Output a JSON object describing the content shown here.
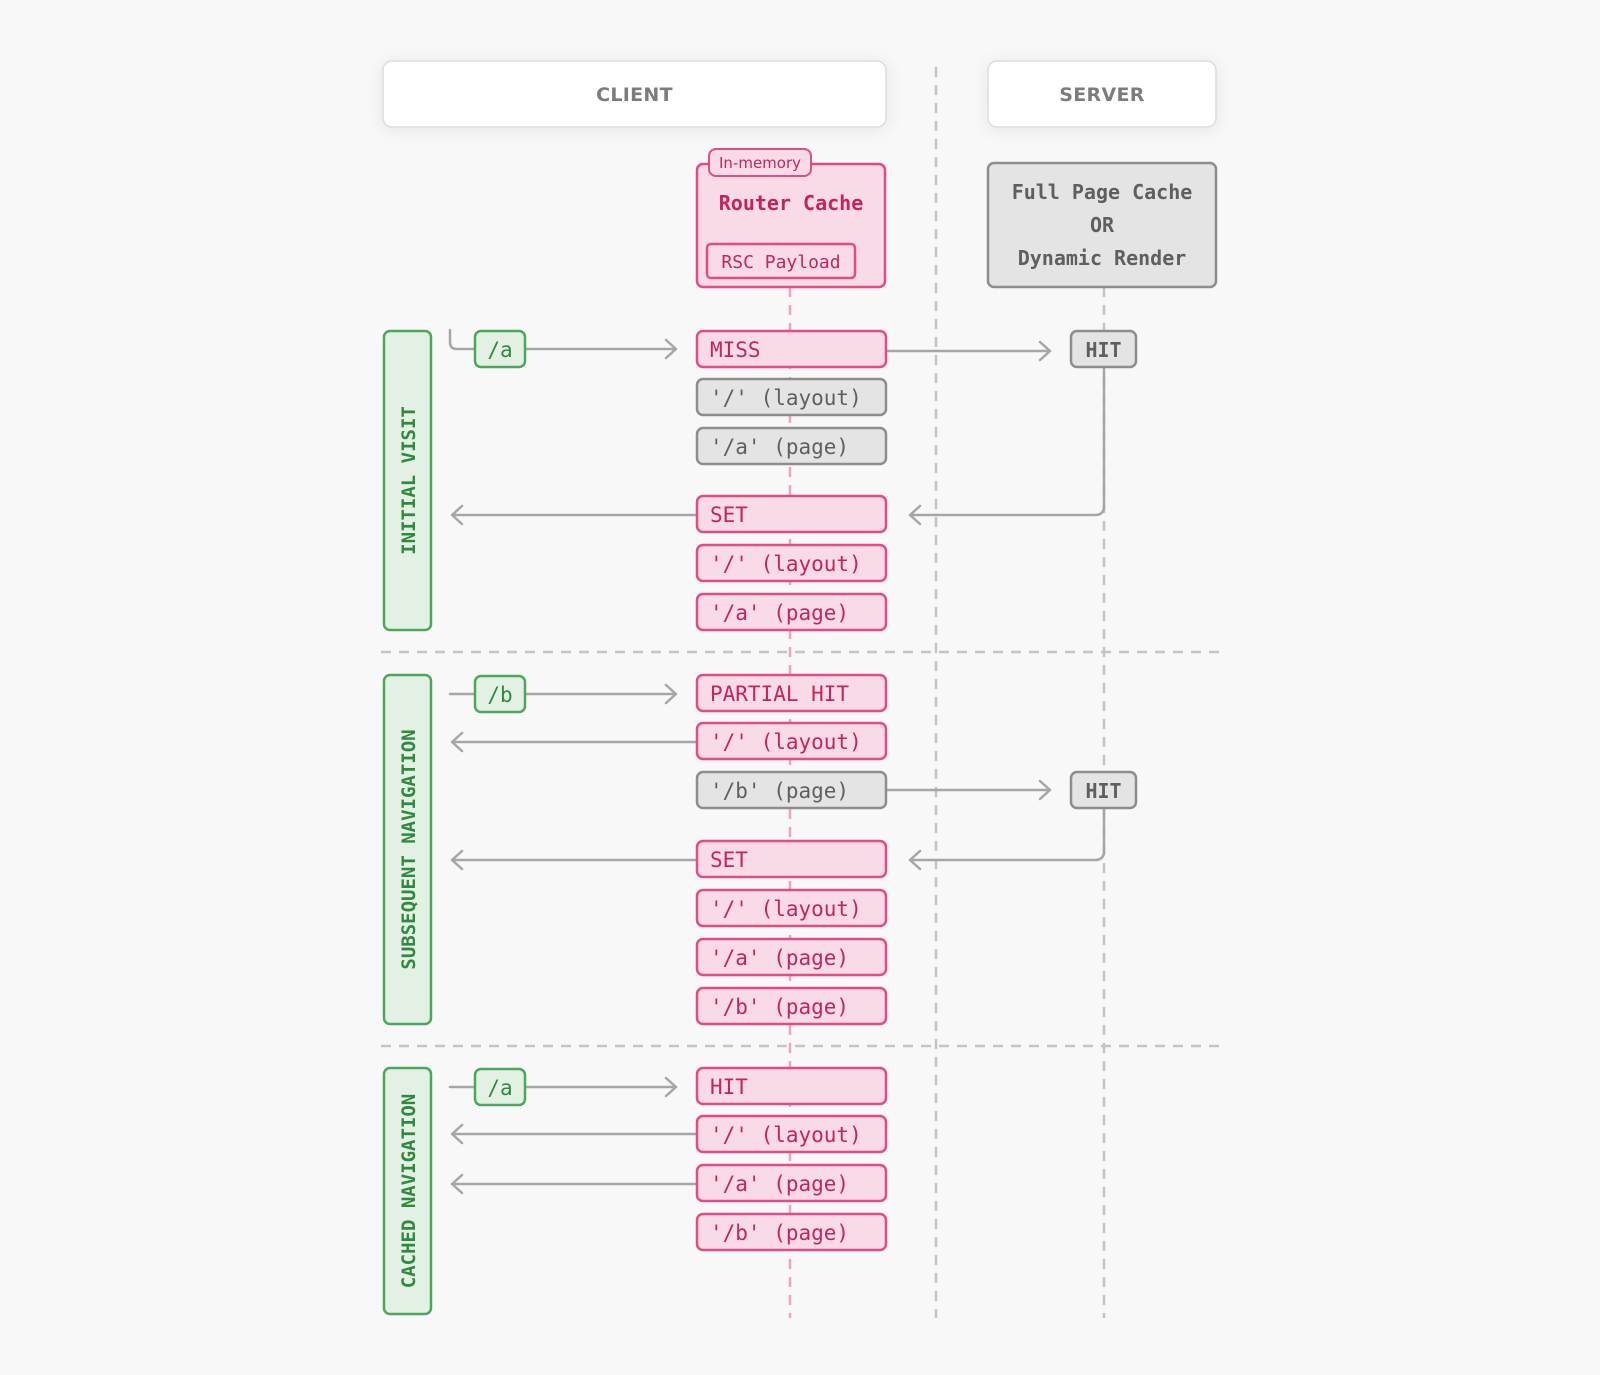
{
  "headers": {
    "client": "CLIENT",
    "server": "SERVER"
  },
  "router_cache": {
    "badge": "In-memory",
    "title": "Router Cache",
    "payload": "RSC Payload"
  },
  "server_box": {
    "line1": "Full Page Cache",
    "line2": "OR",
    "line3": "Dynamic Render"
  },
  "sections": [
    {
      "label": "INITIAL VISIT",
      "route": "/a",
      "cache_items": [
        {
          "text": "MISS",
          "style": "pink"
        },
        {
          "text": "'/' (layout)",
          "style": "gray"
        },
        {
          "text": "'/a' (page)",
          "style": "gray"
        },
        {
          "text": "SET",
          "style": "pink"
        },
        {
          "text": "'/' (layout)",
          "style": "pink"
        },
        {
          "text": "'/a' (page)",
          "style": "pink"
        }
      ],
      "server_hit": "HIT"
    },
    {
      "label": "SUBSEQUENT NAVIGATION",
      "route": "/b",
      "cache_items": [
        {
          "text": "PARTIAL HIT",
          "style": "pink"
        },
        {
          "text": "'/' (layout)",
          "style": "pink"
        },
        {
          "text": "'/b' (page)",
          "style": "gray"
        },
        {
          "text": "SET",
          "style": "pink"
        },
        {
          "text": "'/' (layout)",
          "style": "pink"
        },
        {
          "text": "'/a' (page)",
          "style": "pink"
        },
        {
          "text": "'/b' (page)",
          "style": "pink"
        }
      ],
      "server_hit": "HIT"
    },
    {
      "label": "CACHED NAVIGATION",
      "route": "/a",
      "cache_items": [
        {
          "text": "HIT",
          "style": "pink"
        },
        {
          "text": "'/' (layout)",
          "style": "pink"
        },
        {
          "text": "'/a' (page)",
          "style": "pink"
        },
        {
          "text": "'/b' (page)",
          "style": "pink"
        }
      ]
    }
  ],
  "colors": {
    "background": "#f8f8f8",
    "pink_fill": "#f8dbe6",
    "pink_stroke": "#e14b86",
    "pink_text": "#c4235f",
    "gray_fill": "#e4e4e4",
    "gray_stroke": "#8d8d8d",
    "gray_text": "#5f5f5f",
    "green_fill": "#e3f0e4",
    "green_stroke": "#4ea65c",
    "green_text": "#2f8a3d",
    "arrow": "#a6a6a6"
  }
}
